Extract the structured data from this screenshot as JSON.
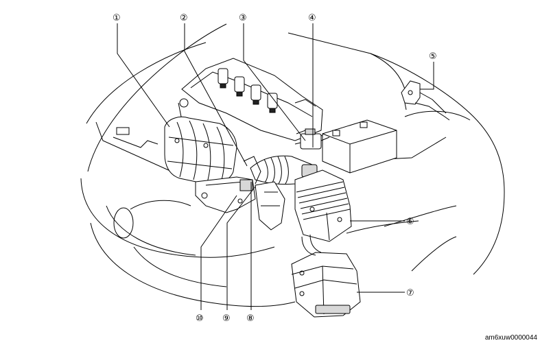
{
  "diagram": {
    "callouts": [
      {
        "id": "c1",
        "label": "①"
      },
      {
        "id": "c2",
        "label": "②"
      },
      {
        "id": "c3",
        "label": "③"
      },
      {
        "id": "c4",
        "label": "④"
      },
      {
        "id": "c5",
        "label": "⑤"
      },
      {
        "id": "c6",
        "label": "⑥"
      },
      {
        "id": "c7",
        "label": "⑦"
      },
      {
        "id": "c8",
        "label": "⑧"
      },
      {
        "id": "c9",
        "label": "⑨"
      },
      {
        "id": "c10",
        "label": "⑩"
      }
    ],
    "reference_code": "am6xuw0000044"
  }
}
